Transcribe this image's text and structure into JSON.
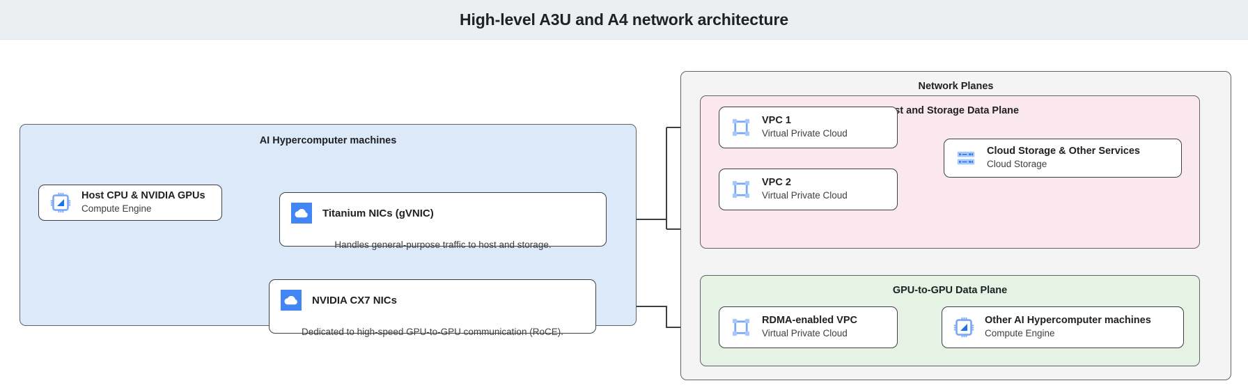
{
  "header": {
    "title": "High-level A3U and A4 network architecture"
  },
  "groups": {
    "machines": {
      "title": "AI Hypercomputer machines",
      "fill": "#dce9f9"
    },
    "planes": {
      "title": "Network Planes",
      "fill": "#f4f4f4"
    },
    "host_plane": {
      "title": "Host and Storage Data Plane",
      "fill": "#fae8ee"
    },
    "gpu_plane": {
      "title": "GPU-to-GPU Data Plane",
      "fill": "#e6f2e4"
    }
  },
  "nodes": {
    "host_cpu": {
      "title": "Host CPU & NVIDIA GPUs",
      "subtitle": "Compute Engine",
      "icon": "cpu-chip-icon"
    },
    "titanium_nics": {
      "title": "Titanium NICs (gVNIC)",
      "description": "Handles general-purpose traffic to host and storage.",
      "icon": "cloud-icon"
    },
    "cx7_nics": {
      "title": "NVIDIA CX7 NICs",
      "description": "Dedicated to high-speed GPU-to-GPU communication (RoCE).",
      "icon": "cloud-icon"
    },
    "vpc1": {
      "title": "VPC 1",
      "subtitle": "Virtual Private Cloud",
      "icon": "vpc-icon"
    },
    "vpc2": {
      "title": "VPC 2",
      "subtitle": "Virtual Private Cloud",
      "icon": "vpc-icon"
    },
    "cloud_storage": {
      "title": "Cloud Storage & Other Services",
      "subtitle": "Cloud Storage",
      "icon": "storage-icon"
    },
    "rdma_vpc": {
      "title": "RDMA-enabled VPC",
      "subtitle": "Virtual Private Cloud",
      "icon": "vpc-icon"
    },
    "other_machines": {
      "title": "Other AI Hypercomputer machines",
      "subtitle": "Compute Engine",
      "icon": "cpu-chip-icon"
    }
  },
  "colors": {
    "accent_blue": "#4285f4",
    "icon_light_blue": "#a6c8fa",
    "stroke": "#3c4043",
    "header_bg": "#eceff1"
  }
}
